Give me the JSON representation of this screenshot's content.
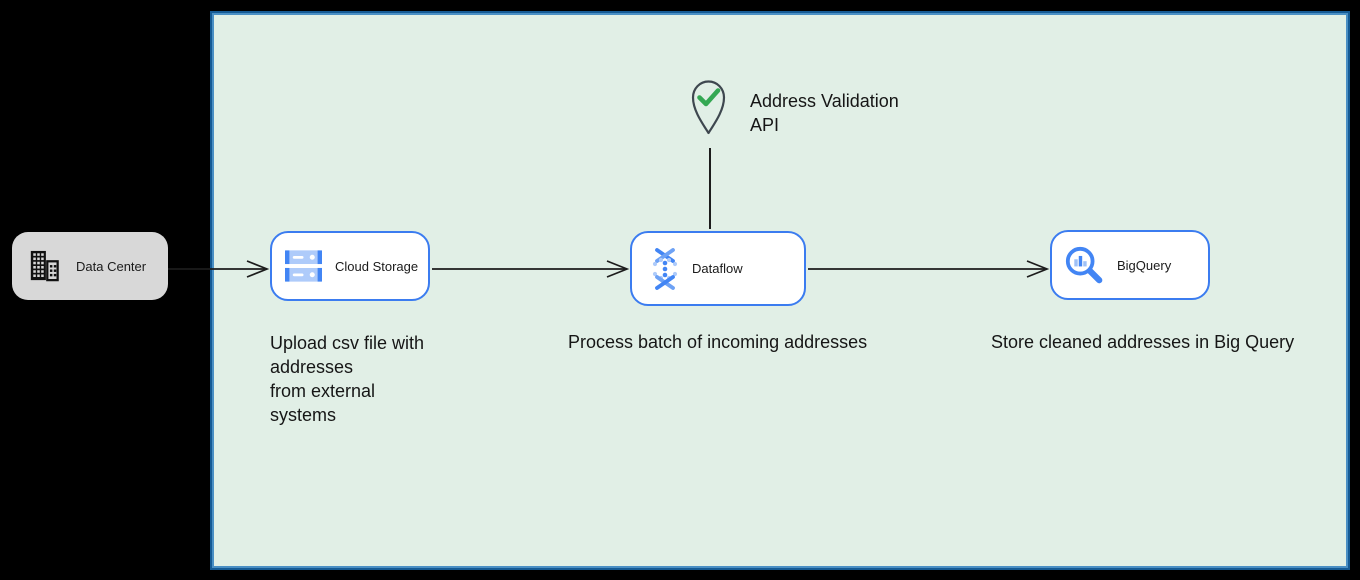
{
  "nodes": {
    "data_center": {
      "label": "Data Center",
      "icon": "building-icon"
    },
    "cloud_storage": {
      "label": "Cloud Storage",
      "icon": "cloud-storage-icon"
    },
    "dataflow": {
      "label": "Dataflow",
      "icon": "dataflow-icon"
    },
    "bigquery": {
      "label": "BigQuery",
      "icon": "bigquery-icon"
    },
    "address_validation_api": {
      "label": "Address Validation\nAPI",
      "icon": "map-pin-check-icon"
    }
  },
  "annotations": {
    "upload": "Upload csv file with\naddresses\nfrom external\nsystems",
    "process": "Process batch of incoming addresses",
    "store": "Store cleaned addresses in Big Query"
  },
  "colors": {
    "canvas_background": "#000000",
    "zone_fill": "#e1efe6",
    "zone_border_outer": "#155a94",
    "zone_border_inner": "#4a8fc4",
    "node_border": "#3b7cf0",
    "node_fill": "#ffffff",
    "data_center_fill": "#d8d8d8",
    "gcp_blue": "#4285f4",
    "gcp_blue_light": "#aecbfa",
    "check_green": "#34a853",
    "pin_outline": "#3e474f",
    "connector": "#1c1c1c",
    "text": "#161616"
  }
}
